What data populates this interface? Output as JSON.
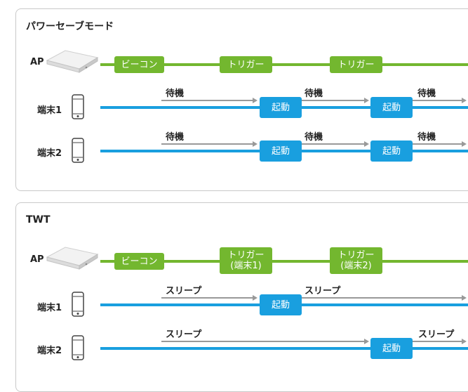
{
  "power_save": {
    "title": "パワーセーブモード",
    "ap_label": "AP",
    "ap_boxes": [
      "ビーコン",
      "トリガー",
      "トリガー"
    ],
    "terminal1_label": "端末1",
    "terminal2_label": "端末2",
    "wake_label": "起動",
    "state_label": "待機"
  },
  "twt": {
    "title": "TWT",
    "ap_label": "AP",
    "beacon_label": "ビーコン",
    "trigger1_line1": "トリガー",
    "trigger1_line2": "(端末1)",
    "trigger2_line1": "トリガー",
    "trigger2_line2": "(端末2)",
    "terminal1_label": "端末1",
    "terminal2_label": "端末2",
    "wake_label": "起動",
    "sleep_label": "スリープ"
  },
  "colors": {
    "ap_line": "#73b72f",
    "terminal_line": "#199fdf",
    "arrow": "#999999"
  }
}
